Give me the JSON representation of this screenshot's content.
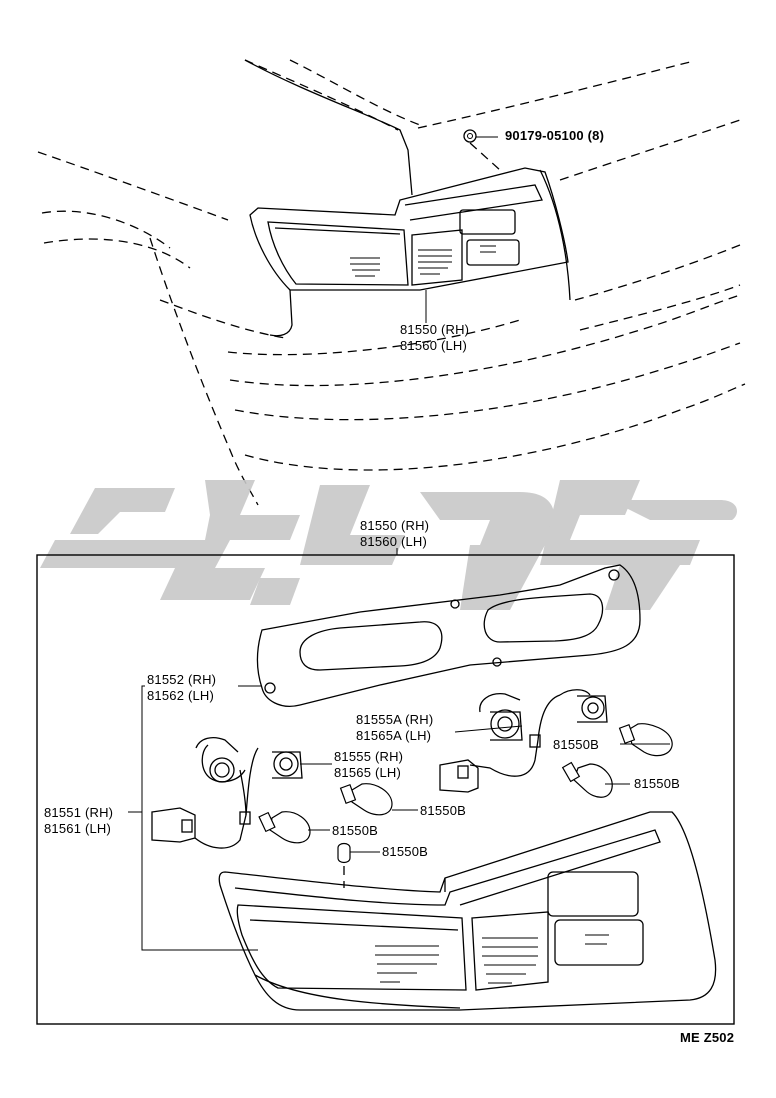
{
  "labels": {
    "bolt": "90179-05100 (8)",
    "lens_top_rh": "81550 (RH)",
    "lens_top_lh": "81560 (LH)",
    "box_title_rh": "81550 (RH)",
    "box_title_lh": "81560 (LH)",
    "gasket_rh": "81552 (RH)",
    "gasket_lh": "81562 (LH)",
    "socket_a_rh": "81555A (RH)",
    "socket_a_lh": "81565A (LH)",
    "socket_rh": "81555 (RH)",
    "socket_lh": "81565 (LH)",
    "harness_rh": "81551 (RH)",
    "harness_lh": "81561 (LH)",
    "bulb_1": "81550B",
    "bulb_2": "81550B",
    "bulb_3": "81550B",
    "bulb_4": "81550B",
    "bulb_5": "81550B",
    "footer_code": "ME  Z502"
  },
  "watermark_color": "#c8c8c8"
}
